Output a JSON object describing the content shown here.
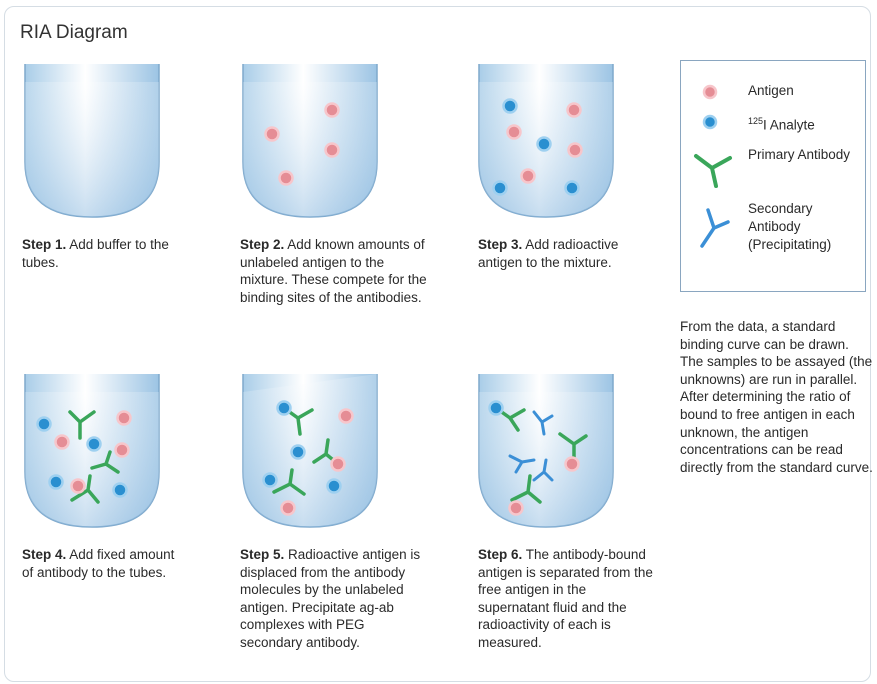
{
  "title": "RIA Diagram",
  "steps": [
    {
      "label": "Step 1.",
      "text": "Add buffer to the tubes."
    },
    {
      "label": "Step 2.",
      "text": "Add known amounts of unlabeled antigen to the mixture. These compete for the binding sites of the antibodies."
    },
    {
      "label": "Step 3.",
      "text": "Add radioactive antigen to the mixture."
    },
    {
      "label": "Step 4.",
      "text": "Add fixed amount of antibody to the tubes."
    },
    {
      "label": "Step 5.",
      "text": "Radioactive antigen is displaced from the antibody molecules by the unlabeled antigen. Precipitate ag-ab complexes with PEG secondary antibody."
    },
    {
      "label": "Step 6.",
      "text": "The antibody-bound antigen is separated from the free antigen in the supernatant fluid and the radioactivity of each is measured."
    }
  ],
  "legend": {
    "antigen": "Antigen",
    "analyte_sup": "125",
    "analyte": "I Analyte",
    "primary": "Primary Antibody",
    "secondary": "Secondary Antibody (Precipitating)"
  },
  "side_note": "From the data, a standard binding curve can be drawn. The samples to be assayed (the unknowns) are run in parallel. After determining the ratio of bound to free antigen in each unknown, the antigen concentrations can be read directly from the standard curve.",
  "colors": {
    "antigen": "#e58d95",
    "analyte": "#2a8fd0",
    "primary_antibody": "#3aa65a",
    "secondary_antibody": "#3b8fd6",
    "liquid": "#cfe3f2"
  }
}
